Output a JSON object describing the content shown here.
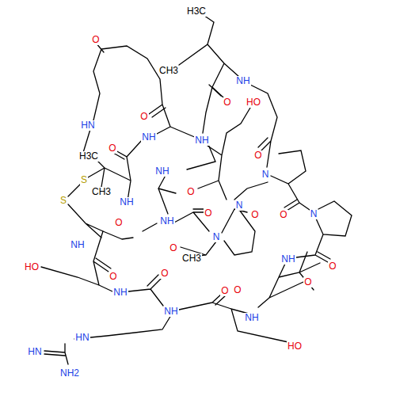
{
  "diagram": {
    "labels": [
      "H3C",
      "O",
      "CH3",
      "NH",
      "O",
      "HO",
      "HN",
      "O",
      "NH",
      "NH",
      "H3C",
      "O",
      "CH3",
      "NH",
      "S",
      "S",
      "NH",
      "O",
      "O",
      "N",
      "N",
      "O",
      "O",
      "NH",
      "O",
      "N",
      "NH",
      "O",
      "CH3",
      "N",
      "O",
      "O",
      "NH",
      "O",
      "HO",
      "O",
      "NH",
      "O",
      "NH",
      "O",
      "NH",
      "O",
      "HO",
      "HN",
      "HN",
      "NH2"
    ]
  }
}
